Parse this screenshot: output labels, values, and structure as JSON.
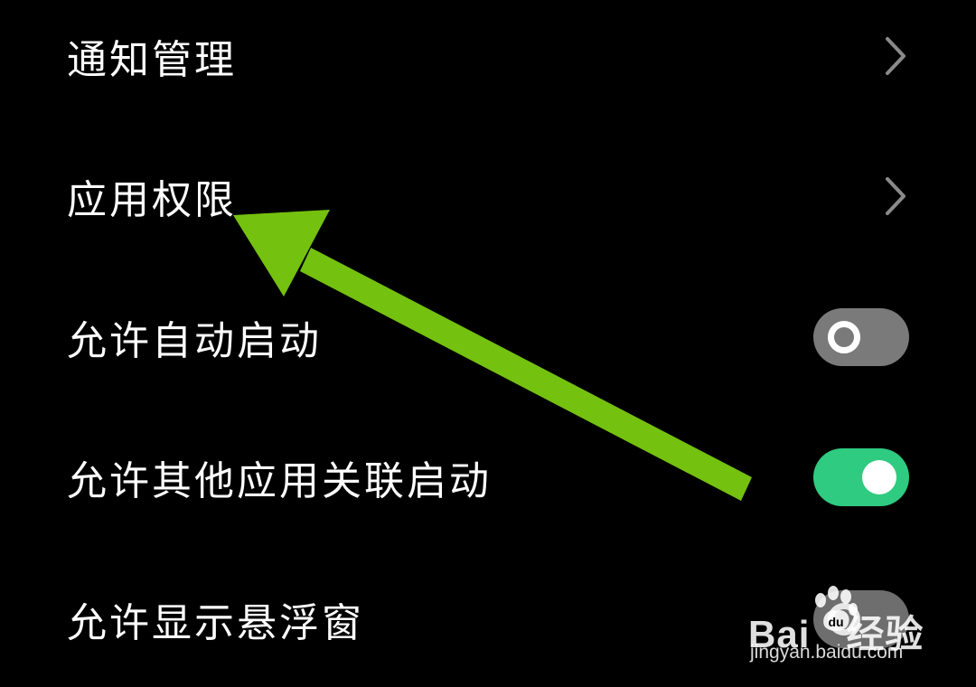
{
  "settings": {
    "notification_management": {
      "label": "通知管理"
    },
    "app_permissions": {
      "label": "应用权限"
    },
    "allow_auto_start": {
      "label": "允许自动启动",
      "enabled": false
    },
    "allow_associated_start": {
      "label": "允许其他应用关联启动",
      "enabled": true
    },
    "allow_floating_window": {
      "label": "允许显示悬浮窗"
    }
  },
  "annotation": {
    "arrow_color": "#74c10f"
  },
  "watermark": {
    "brand_left": "Bai",
    "brand_right": "经验",
    "url": "jingyan.baidu.com"
  },
  "colors": {
    "background": "#000000",
    "text": "#ffffff",
    "toggle_on": "#2ecb80",
    "toggle_off": "#7a7a7a",
    "chevron": "#8a8a8a"
  }
}
